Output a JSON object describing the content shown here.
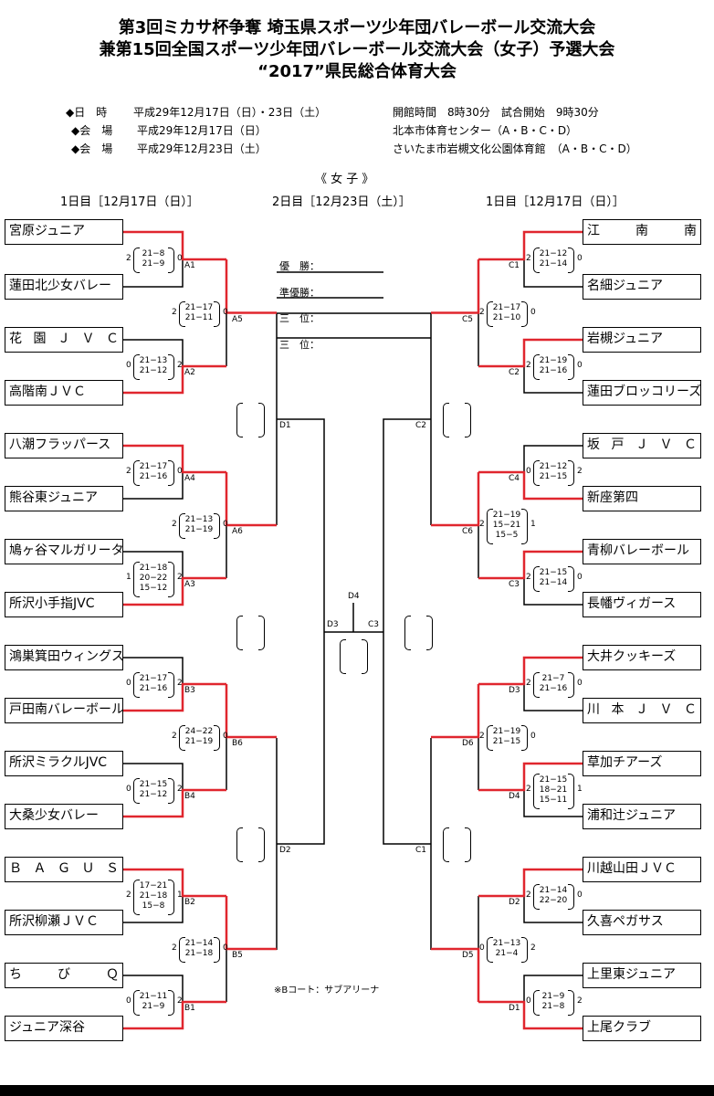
{
  "title": {
    "line1": "第3回ミカサ杯争奪 埼玉県スポーツ少年団バレーボール交流大会",
    "line2": "兼第15回全国スポーツ少年団バレーボール交流大会（女子）予選大会",
    "line3": "“2017”県民総合体育大会"
  },
  "info": {
    "row1_label": "◆日　時",
    "row1_value": "平成29年12月17日（日）・23日（土）",
    "row1_right": "開館時間　8時30分　試合開始　9時30分",
    "row2_label": "◆会　場",
    "row2_value": "平成29年12月17日（日）",
    "row2_right": "北本市体育センター（A・B・C・D）",
    "row3_label": "◆会　場",
    "row3_value": "平成29年12月23日（土）",
    "row3_right": "さいたま市岩槻文化公園体育館　（A・B・C・D）"
  },
  "division": "《 女 子 》",
  "headers": {
    "day1_left": "1日目［12月17日（日）］",
    "day2": "2日目［12月23日（土）］",
    "day1_right": "1日目［12月17日（日）］"
  },
  "finals": {
    "champion": "優　勝：",
    "runner_up": "準優勝：",
    "third1": "三　位：",
    "third2": "三　位："
  },
  "note": "※Bコート：サブアリーナ",
  "left_teams": [
    "宮原ジュニア",
    "蓮田北少女バレー",
    "花　園　Ｊ　Ｖ　Ｃ",
    "高階南ＪＶＣ",
    "八潮フラッパース",
    "熊谷東ジュニア",
    "鳩ヶ谷マルガリータ",
    "所沢小手指JVC",
    "鴻巣箕田ウィングス",
    "戸田南バレーボール",
    "所沢ミラクルJVC",
    "大桑少女バレー",
    "ＢＡＧＵＳ",
    "所沢柳瀬ＪＶＣ",
    "ち　び　Ｑ",
    "ジュニア深谷"
  ],
  "right_teams": [
    "江　南　南",
    "名細ジュニア",
    "岩槻ジュニア",
    "蓮田ブロッコリーズ",
    "坂　戸　Ｊ　Ｖ　Ｃ",
    "新座第四",
    "青柳バレーボール",
    "長幡ヴィガース",
    "大井クッキーズ",
    "川　本　Ｊ　Ｖ　Ｃ",
    "草加チアーズ",
    "浦和辻ジュニア",
    "川越山田ＪＶＣ",
    "久喜ペガサス",
    "上里東ジュニア",
    "上尾クラブ"
  ],
  "left_r1": [
    {
      "label": "A1",
      "scores": [
        "21−8",
        "21−9"
      ],
      "top": "2",
      "bottom": "0"
    },
    {
      "label": "A2",
      "scores": [
        "21−13",
        "21−12"
      ],
      "top": "0",
      "bottom": "2"
    },
    {
      "label": "A4",
      "scores": [
        "21−17",
        "21−16"
      ],
      "top": "2",
      "bottom": "0"
    },
    {
      "label": "A3",
      "scores": [
        "21−18",
        "20−22",
        "15−12"
      ],
      "top": "1",
      "bottom": "2"
    },
    {
      "label": "B3",
      "scores": [
        "21−17",
        "21−16"
      ],
      "top": "0",
      "bottom": "2"
    },
    {
      "label": "B4",
      "scores": [
        "21−15",
        "21−12"
      ],
      "top": "0",
      "bottom": "2"
    },
    {
      "label": "B2",
      "scores": [
        "17−21",
        "21−18",
        "15−8"
      ],
      "top": "2",
      "bottom": "1"
    },
    {
      "label": "B1",
      "scores": [
        "21−11",
        "21−9"
      ],
      "top": "0",
      "bottom": "2"
    }
  ],
  "left_r2": [
    {
      "label": "A5",
      "scores": [
        "21−17",
        "21−11"
      ],
      "top": "2",
      "bottom": "0"
    },
    {
      "label": "A6",
      "scores": [
        "21−13",
        "21−19"
      ],
      "top": "2",
      "bottom": "0"
    },
    {
      "label": "B6",
      "scores": [
        "24−22",
        "21−19"
      ],
      "top": "2",
      "bottom": "0"
    },
    {
      "label": "B5",
      "scores": [
        "21−14",
        "21−18"
      ],
      "top": "2",
      "bottom": "0"
    }
  ],
  "right_r1": [
    {
      "label": "C1",
      "scores": [
        "21−12",
        "21−14"
      ],
      "top": "2",
      "bottom": "0"
    },
    {
      "label": "C2",
      "scores": [
        "21−19",
        "21−16"
      ],
      "top": "2",
      "bottom": "0"
    },
    {
      "label": "C4",
      "scores": [
        "21−12",
        "21−15"
      ],
      "top": "0",
      "bottom": "2"
    },
    {
      "label": "C3",
      "scores": [
        "21−15",
        "21−14"
      ],
      "top": "2",
      "bottom": "0"
    },
    {
      "label": "D3",
      "scores": [
        "21−7",
        "21−16"
      ],
      "top": "2",
      "bottom": "0"
    },
    {
      "label": "D4",
      "scores": [
        "21−15",
        "18−21",
        "15−11"
      ],
      "top": "2",
      "bottom": "1"
    },
    {
      "label": "D2",
      "scores": [
        "21−14",
        "22−20"
      ],
      "top": "2",
      "bottom": "0"
    },
    {
      "label": "D1",
      "scores": [
        "21−9",
        "21−8"
      ],
      "top": "0",
      "bottom": "2"
    }
  ],
  "right_r2": [
    {
      "label": "C5",
      "scores": [
        "21−17",
        "21−10"
      ],
      "top": "2",
      "bottom": "0"
    },
    {
      "label": "C6",
      "scores": [
        "21−19",
        "15−21",
        "15−5"
      ],
      "top": "2",
      "bottom": "1"
    },
    {
      "label": "D6",
      "scores": [
        "21−19",
        "21−15"
      ],
      "top": "2",
      "bottom": "0"
    },
    {
      "label": "D5",
      "scores": [
        "21−13",
        "21−4"
      ],
      "top": "0",
      "bottom": "2"
    }
  ],
  "center_labels": {
    "d1": "D1",
    "c2": "C2",
    "d2": "D2",
    "c1": "C1",
    "d3": "D3",
    "c3": "C3",
    "d4": "D4"
  },
  "colors": {
    "winner_line": "#e0262e",
    "line": "#000000"
  }
}
